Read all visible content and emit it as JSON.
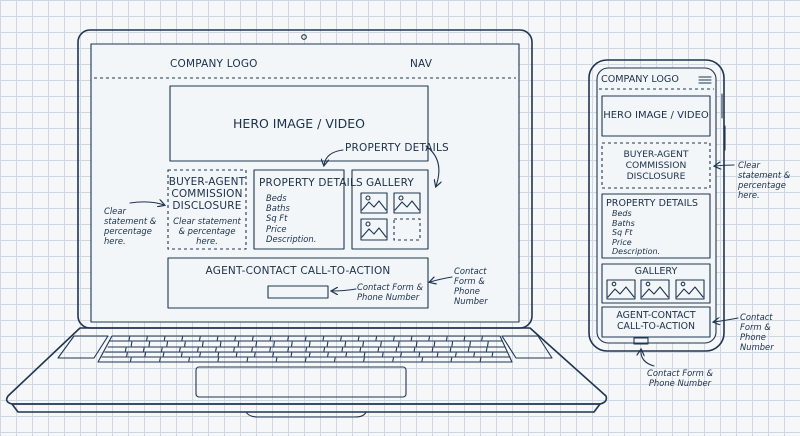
{
  "laptop": {
    "logo": "COMPANY LOGO",
    "nav": "NAV",
    "hero": "HERO IMAGE / VIDEO",
    "property_callout": "PROPERTY DETAILS",
    "disclosure_title": [
      "BUYER-AGENT",
      "COMMISSION",
      "DISCLOSURE"
    ],
    "disclosure_body": "Clear statement & percentage here.",
    "disclosure_note": "Clear statement & percentage here.",
    "property_title": "PROPERTY DETAILS",
    "property_items": [
      "Beds",
      "Baths",
      "Sq Ft",
      "Price",
      "Description."
    ],
    "gallery_title": "GALLERY",
    "cta_title": "AGENT-CONTACT CALL-TO-ACTION",
    "cta_note_inner": "Contact Form & Phone Number",
    "cta_note_outer": "Contact Form & Phone Number"
  },
  "phone": {
    "logo": "COMPANY LOGO",
    "hero": "HERO IMAGE / VIDEO",
    "disclosure_title": [
      "BUYER-AGENT",
      "COMMISSION",
      "DISCLOSURE"
    ],
    "disclosure_note": "Clear statement & percentage here.",
    "property_title": "PROPERTY DETAILS",
    "property_items": [
      "Beds",
      "Baths",
      "Sq Ft",
      "Price",
      "Description."
    ],
    "gallery_title": "GALLERY",
    "cta_title": [
      "AGENT-CONTACT",
      "CALL-TO-ACTION"
    ],
    "cta_note_right": "Contact Form & Phone Number",
    "cta_note_bottom": "Contact Form & Phone Number"
  }
}
